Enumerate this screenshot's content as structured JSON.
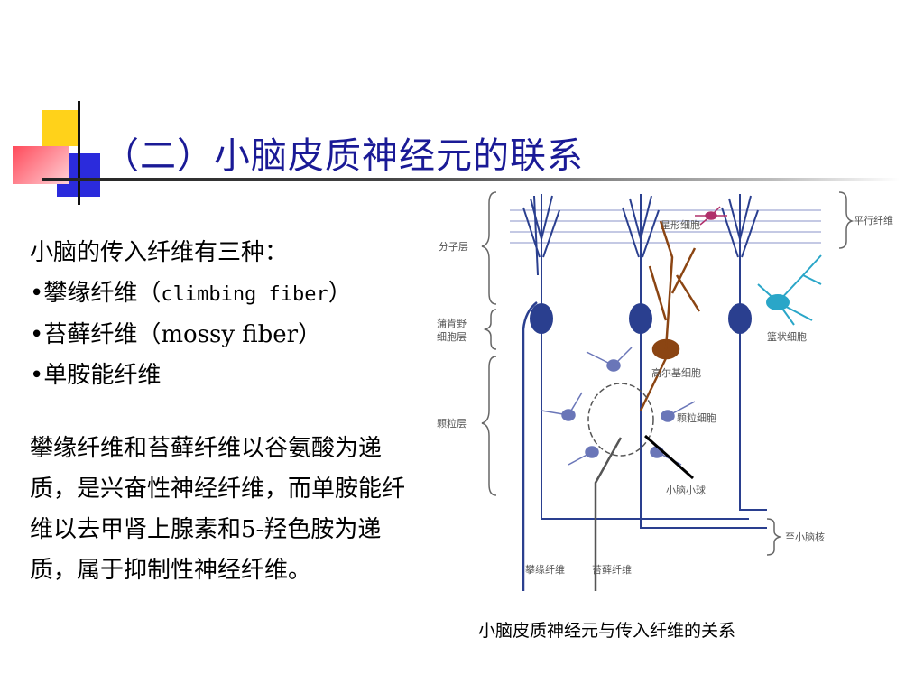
{
  "slide": {
    "title": "（二）小脑皮质神经元的联系"
  },
  "text": {
    "intro": "小脑的传入纤维有三种：",
    "bullets": [
      {
        "prefix": "•攀缘纤维（",
        "term": "climbing fiber",
        "suffix": "）"
      },
      {
        "prefix": "•苔藓纤维（",
        "term": "mossy fiber",
        "suffix": "）"
      },
      {
        "prefix": "•单胺能纤维",
        "term": "",
        "suffix": ""
      }
    ],
    "paragraph": "攀缘纤维和苔藓纤维以谷氨酸为递质，是兴奋性神经纤维，而单胺能纤维以去甲肾上腺素和5-羟色胺为递质，属于抑制性神经纤维。"
  },
  "diagram": {
    "left_labels": {
      "molecular": "分子层",
      "purkinje": "蒲肯野\n细胞层",
      "purkinje_l1": "蒲肯野",
      "purkinje_l2": "细胞层",
      "granular": "颗粒层"
    },
    "right_labels": {
      "parallel": "平行纤维",
      "to_nuclei": "至小脑核"
    },
    "cell_labels": {
      "stellate": "星形细胞",
      "basket": "篮状细胞",
      "golgi": "高尔基细胞",
      "granule": "颗粒细胞",
      "glomerulus": "小脑小球"
    },
    "fiber_labels": {
      "climbing": "攀缘纤维",
      "mossy": "苔藓纤维"
    },
    "colors": {
      "purkinje": "#2a3f8f",
      "golgi": "#8b4513",
      "basket": "#2aa6c8",
      "stellate": "#b0306a",
      "granule": "#6a76b8",
      "bracket": "#666666"
    }
  },
  "caption": "小脑皮质神经元与传入纤维的关系",
  "theme": {
    "title_color": "#1a1a96",
    "deco_yellow": "#ffd21a",
    "deco_blue": "#2b2bdc",
    "deco_red": "#ff4a5a"
  }
}
